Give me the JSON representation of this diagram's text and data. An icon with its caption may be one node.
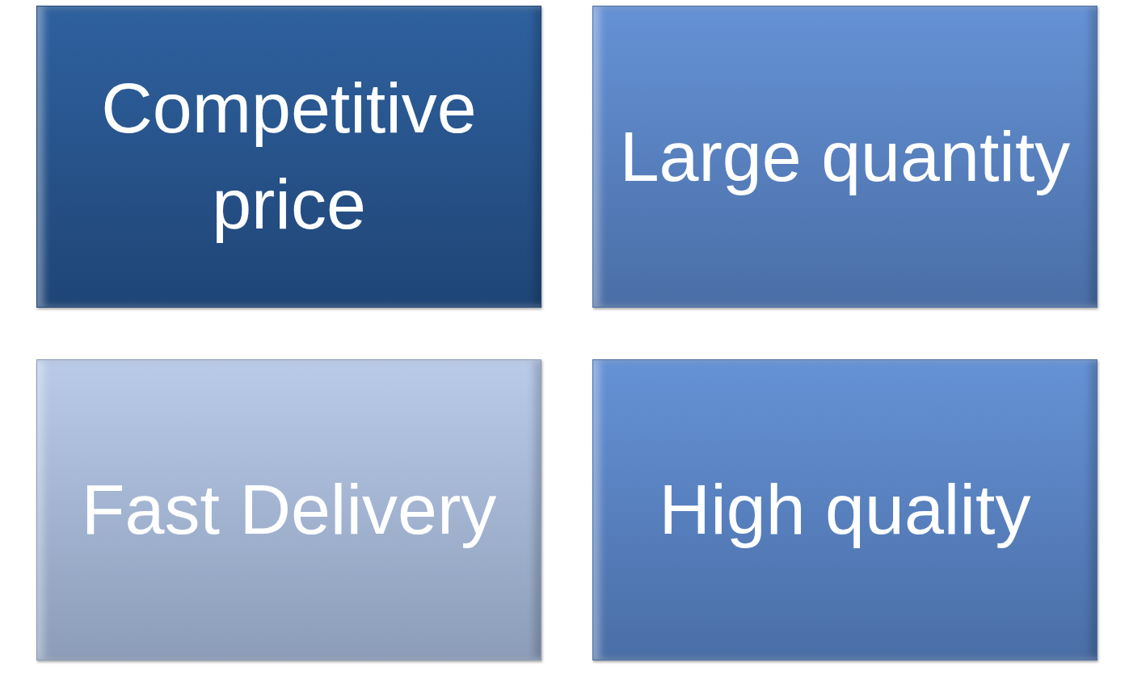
{
  "diagram": {
    "nodes": [
      {
        "text": [
          "Competitive price"
        ]
      },
      {
        "text": [
          "Large quantity"
        ]
      },
      {
        "text": [
          "Fast Delivery"
        ]
      },
      {
        "text": [
          "High quality"
        ]
      }
    ]
  }
}
